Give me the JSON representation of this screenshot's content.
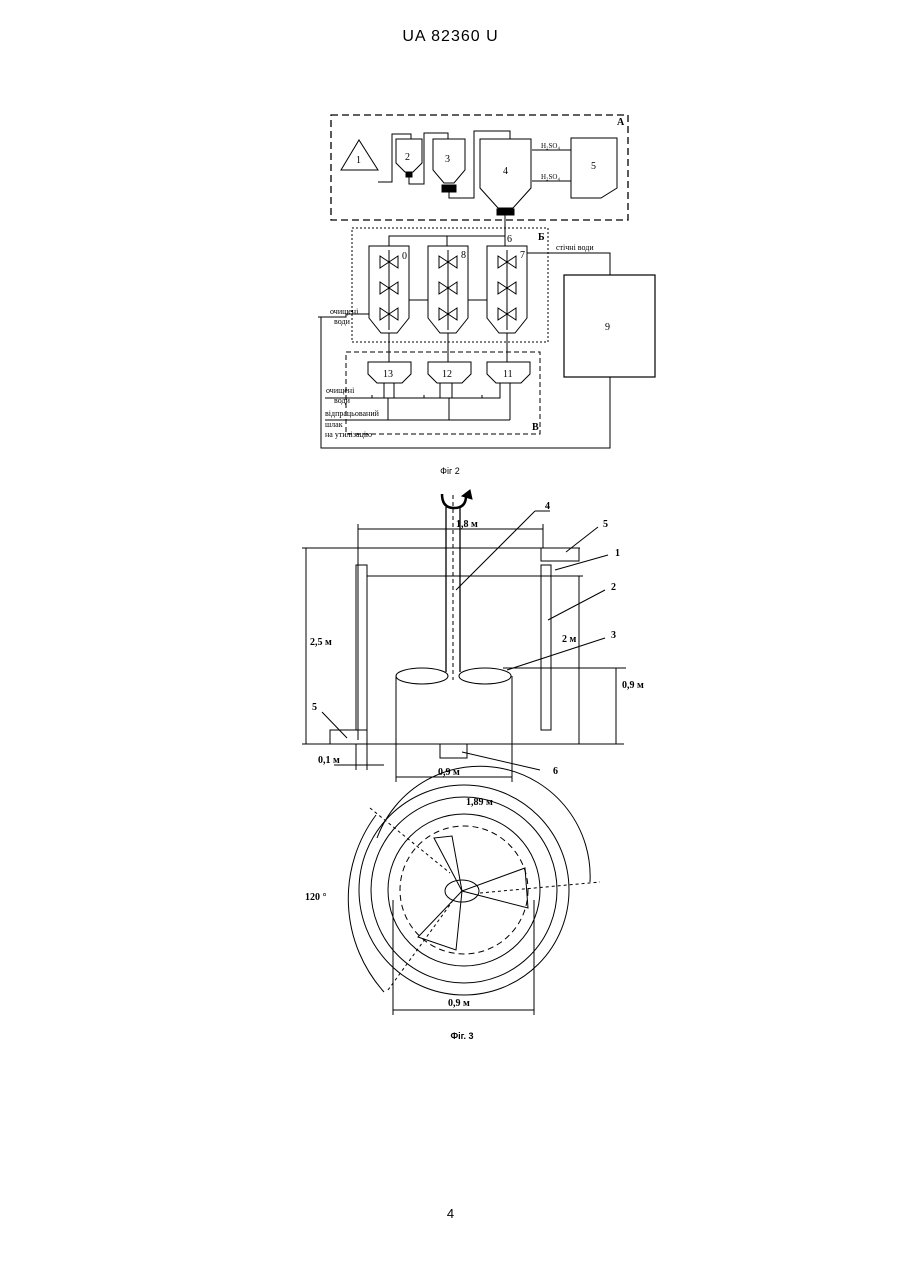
{
  "header": {
    "doc_number": "UA   82360   U"
  },
  "page": {
    "number": "4"
  },
  "fig2": {
    "caption": "Фіг 2",
    "zone_labels": {
      "a": "А",
      "b": "Б",
      "v": "В"
    },
    "unit_numbers": [
      "1",
      "2",
      "3",
      "4",
      "5",
      "6",
      "7",
      "8",
      "9",
      "0",
      "11",
      "12",
      "13"
    ],
    "reagent_top": "H₂SO₄",
    "reagent_bottom": "H₂SO₄",
    "wastewater_label": "стічні води",
    "purified_water_1": {
      "line1": "очищені",
      "line2": "води"
    },
    "purified_water_2": {
      "line1": "очищені",
      "line2": "води"
    },
    "slag": {
      "line1": "відпрацьований",
      "line2": "шлак",
      "line3": "на утилізацію"
    }
  },
  "fig3": {
    "caption": "Фіг. 3",
    "dims": {
      "top_width": "1,8 м",
      "total_height": "2,5 м",
      "inner_height": "2 м",
      "impeller_height": "0,9 м",
      "gap": "0,1 м",
      "base_width": "0,9 м"
    },
    "part_numbers": {
      "p1": "1",
      "p2": "2",
      "p3": "3",
      "p4": "4",
      "p5": "5",
      "p5b": "5",
      "p6": "6"
    }
  },
  "fig3_plan": {
    "outer_dim": "1,89 м",
    "angle": "120 °",
    "inner_dim": "0,9 м"
  }
}
